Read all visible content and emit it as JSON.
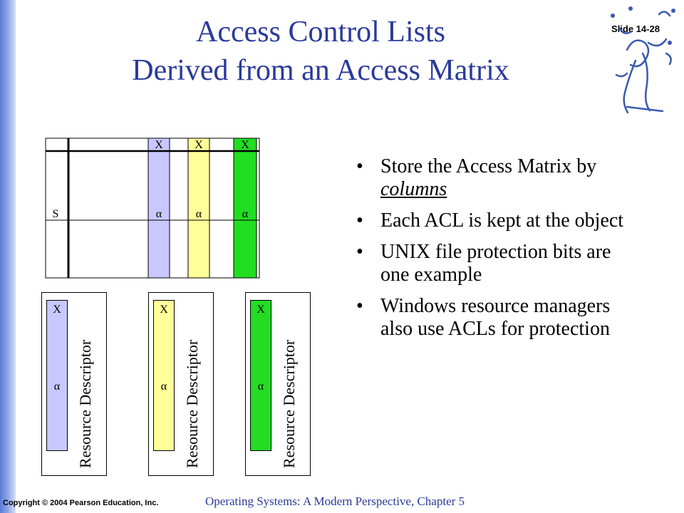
{
  "slide": {
    "title_line1": "Access Control Lists",
    "title_line2": "Derived from an Access Matrix",
    "slide_number": "Slide 14-28"
  },
  "matrix": {
    "top_marks": [
      "X",
      "X",
      "X"
    ],
    "subject_label": "S",
    "alpha_marks": [
      "α",
      "α",
      "α"
    ],
    "column_colors": [
      "#c8c8ff",
      "#ffff99",
      "#22dd22"
    ]
  },
  "acls": [
    {
      "x": "X",
      "alpha": "α",
      "descriptor": "Resource Descriptor",
      "color": "#c8c8ff"
    },
    {
      "x": "X",
      "alpha": "α",
      "descriptor": "Resource Descriptor",
      "color": "#ffff99"
    },
    {
      "x": "X",
      "alpha": "α",
      "descriptor": "Resource Descriptor",
      "color": "#22dd22"
    }
  ],
  "bullets": {
    "b1_pre": "Store the Access Matrix by ",
    "b1_em": "columns",
    "b2": "Each ACL is kept at the object",
    "b3": "UNIX file protection bits are one example",
    "b4": "Windows resource managers also use ACLs for protection",
    "dot": "•"
  },
  "footer": {
    "copyright": "Copyright © 2004 Pearson Education, Inc.",
    "book": "Operating Systems: A Modern Perspective, Chapter 5"
  },
  "colors": {
    "title": "#2a3a9a",
    "sidebar": "#5b7bd5"
  },
  "icons": {
    "logo": "music-figure-logo-icon"
  }
}
